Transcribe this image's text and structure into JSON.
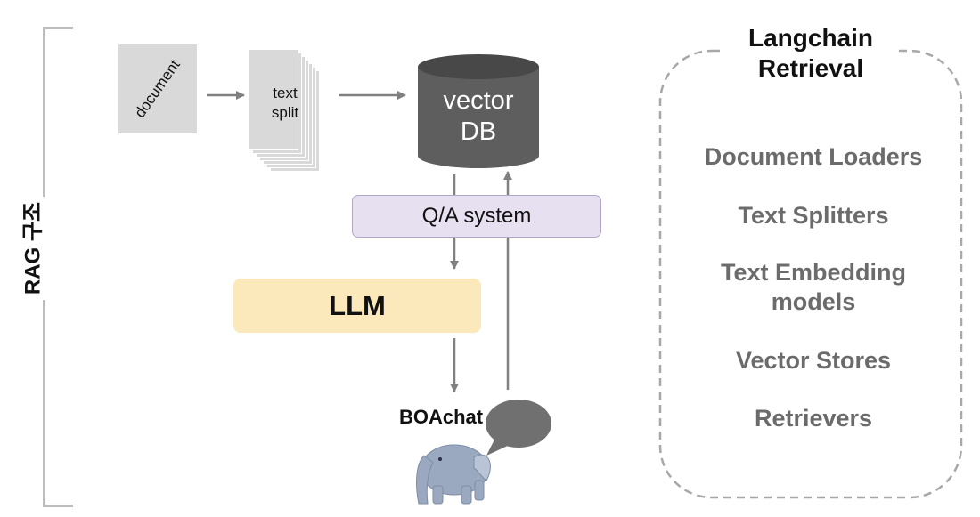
{
  "side_label": "RAG 구조",
  "document": {
    "label": "document"
  },
  "text_split": {
    "line1": "text",
    "line2": "split"
  },
  "vector_db": {
    "line1": "vector",
    "line2": "DB"
  },
  "qa_system": {
    "label": "Q/A system"
  },
  "llm": {
    "label": "LLM"
  },
  "chat": {
    "label": "BOAchat"
  },
  "langchain": {
    "title_line1": "Langchain",
    "title_line2": "Retrieval",
    "items": [
      "Document Loaders",
      "Text Splitters",
      "Text Embedding",
      "models",
      "Vector Stores",
      "Retrievers"
    ]
  },
  "colors": {
    "bracket": "#bdbdbd",
    "document": "#d9d9d9",
    "database": "#5e5e5e",
    "qa_fill": "#e6e0f1",
    "llm_fill": "#fbe9bc",
    "arrow": "#808080",
    "item_text": "#6b6b6b",
    "elephant": "#9aa9bf"
  }
}
